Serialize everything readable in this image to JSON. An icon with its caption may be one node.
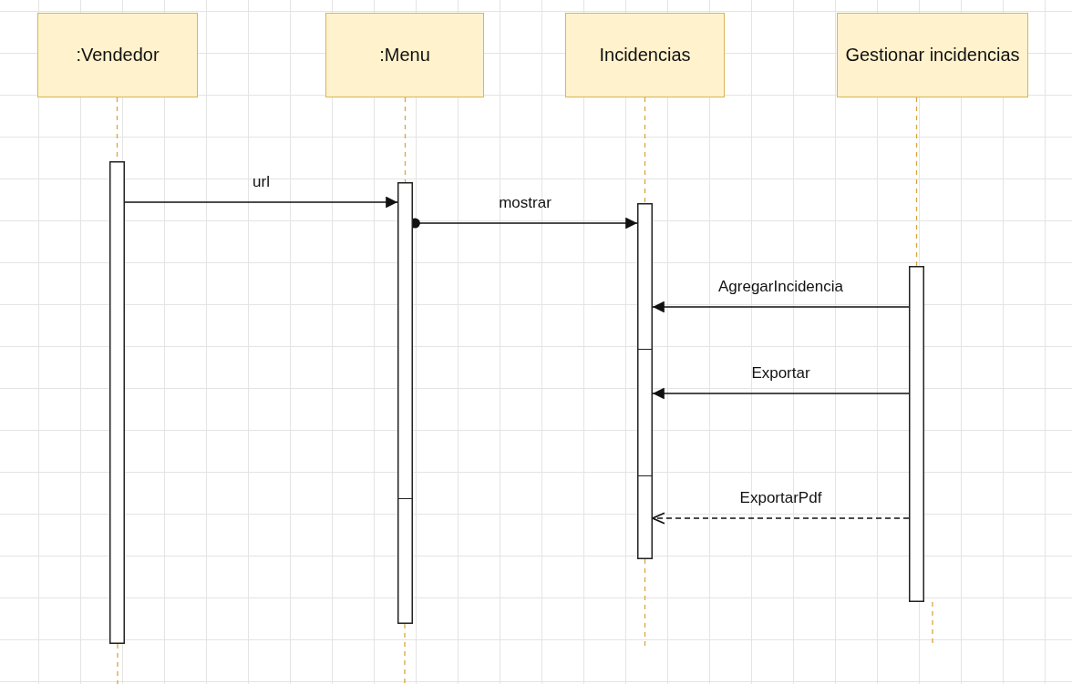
{
  "diagram": {
    "nodes": [
      {
        "text": [
          ":Vendedor"
        ]
      },
      {
        "text": [
          ":Menu"
        ]
      },
      {
        "text": [
          "Incidencias"
        ]
      },
      {
        "text": [
          "Gestionar incidencias"
        ]
      },
      {
        "text": [],
        "shape": "bar"
      },
      {
        "text": [],
        "shape": "bar"
      },
      {
        "text": [],
        "shape": "bar"
      },
      {
        "text": [],
        "shape": "bar"
      }
    ],
    "edges": [
      {
        "from": 0,
        "to": 4,
        "arrow": "none",
        "style": "dashed",
        "color": "#d6a73a"
      },
      {
        "from": 1,
        "to": 5,
        "arrow": "none",
        "style": "dashed",
        "color": "#d6a73a"
      },
      {
        "from": 2,
        "to": 6,
        "arrow": "none",
        "style": "dashed",
        "color": "#d6a73a"
      },
      {
        "from": 3,
        "to": 7,
        "arrow": "none",
        "style": "dashed",
        "color": "#d6a73a"
      },
      {
        "from": 4,
        "to": 5,
        "arrow": "to",
        "label": "url"
      },
      {
        "from": 5,
        "to": 6,
        "arrow": "to",
        "label": "mostrar"
      },
      {
        "from": 7,
        "to": 6,
        "arrow": "to",
        "label": "AgregarIncidencia"
      },
      {
        "from": 7,
        "to": 6,
        "arrow": "to",
        "label": "Exportar"
      },
      {
        "from": 7,
        "to": 6,
        "arrow": "to",
        "label": "ExportarPdf",
        "style": "dashed"
      }
    ]
  }
}
